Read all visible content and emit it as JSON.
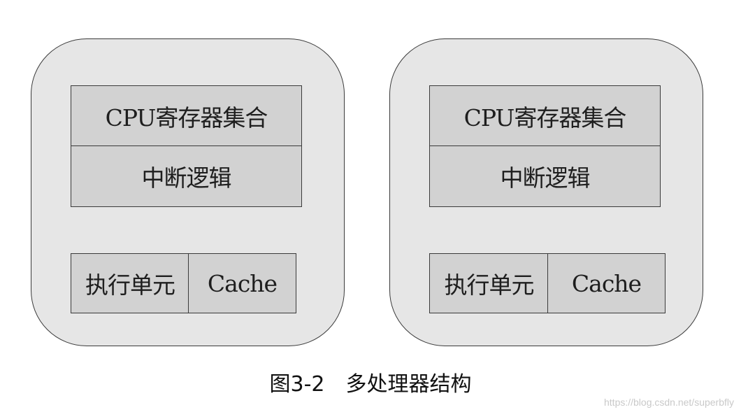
{
  "cpus": [
    {
      "registers_label": "CPU寄存器集合",
      "interrupt_label": "中断逻辑",
      "execution_label": "执行单元",
      "cache_label": "Cache"
    },
    {
      "registers_label": "CPU寄存器集合",
      "interrupt_label": "中断逻辑",
      "execution_label": "执行单元",
      "cache_label": "Cache"
    }
  ],
  "caption": "图3-2　多处理器结构",
  "watermark": "https://blog.csdn.net/superbfly",
  "colors": {
    "background": "#ffffff",
    "cpu_fill": "#e6e6e6",
    "block_fill": "#d2d2d2",
    "border": "#3a3a3a"
  }
}
